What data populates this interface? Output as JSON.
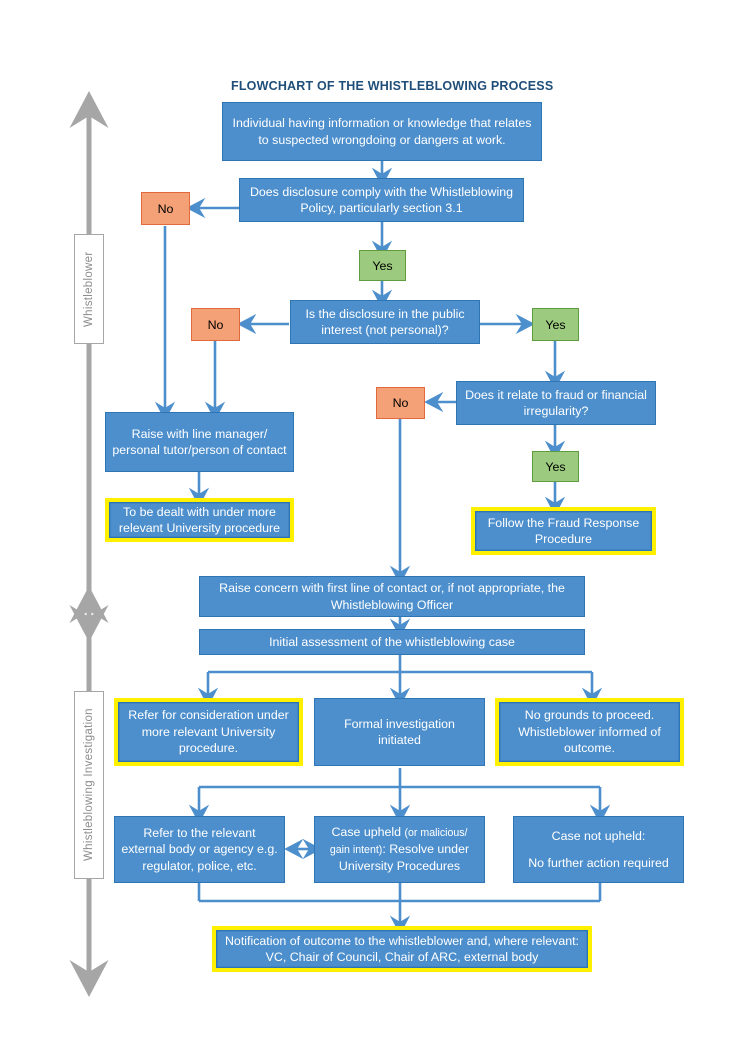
{
  "title": "FLOWCHART OF THE WHISTLEBLOWING PROCESS",
  "colors": {
    "process_fill": "#4D8FCC",
    "process_border": "#2E75B6",
    "highlight_border": "#FFF000",
    "no_fill": "#F4A177",
    "no_border": "#E2693C",
    "yes_fill": "#9CCB7F",
    "yes_border": "#5E9C3F",
    "connector": "#4D8FCC",
    "lane_arrow": "#A6A6A6",
    "title_color": "#1F4E79"
  },
  "lanes": [
    {
      "id": "whistleblower",
      "label": "Whistleblower"
    },
    {
      "id": "whistleblowing-investigation",
      "label": "Whistleblowing Investigation"
    }
  ],
  "nodes": {
    "start": "Individual having information or knowledge that relates to suspected wrongdoing or dangers at work.",
    "q_policy": "Does disclosure comply with the Whistleblowing Policy, particularly section 3.1",
    "q_policy_no": "No",
    "q_policy_yes": "Yes",
    "q_public": "Is the disclosure in the public interest (not personal)?",
    "q_public_no": "No",
    "q_public_yes": "Yes",
    "q_fraud": "Does it relate to fraud or financial irregularity?",
    "q_fraud_no": "No",
    "q_fraud_yes": "Yes",
    "raise_line_manager": "Raise with line manager/ personal tutor/person of contact",
    "more_relevant_procedure": "To be dealt with under more relevant University procedure",
    "fraud_response": "Follow the Fraud Response Procedure",
    "raise_concern": "Raise concern with first line of contact or, if not appropriate, the Whistleblowing Officer",
    "initial_assessment": "Initial assessment of the whistleblowing case",
    "refer_consideration": "Refer for consideration under more relevant University procedure.",
    "formal_investigation": "Formal investigation initiated",
    "no_grounds": "No grounds to proceed. Whistleblower informed of outcome.",
    "refer_external": "Refer to the relevant external body or agency e.g. regulator, police, etc.",
    "case_upheld_lead": "Case upheld",
    "case_upheld_paren": "(or malicious/ gain intent)",
    "case_upheld_tail": ": Resolve under University Procedures",
    "case_not_upheld_line1": "Case not upheld:",
    "case_not_upheld_line2": "No further action required",
    "notification": "Notification of outcome to the whistleblower and, where relevant: VC, Chair of Council, Chair of ARC, external body"
  }
}
